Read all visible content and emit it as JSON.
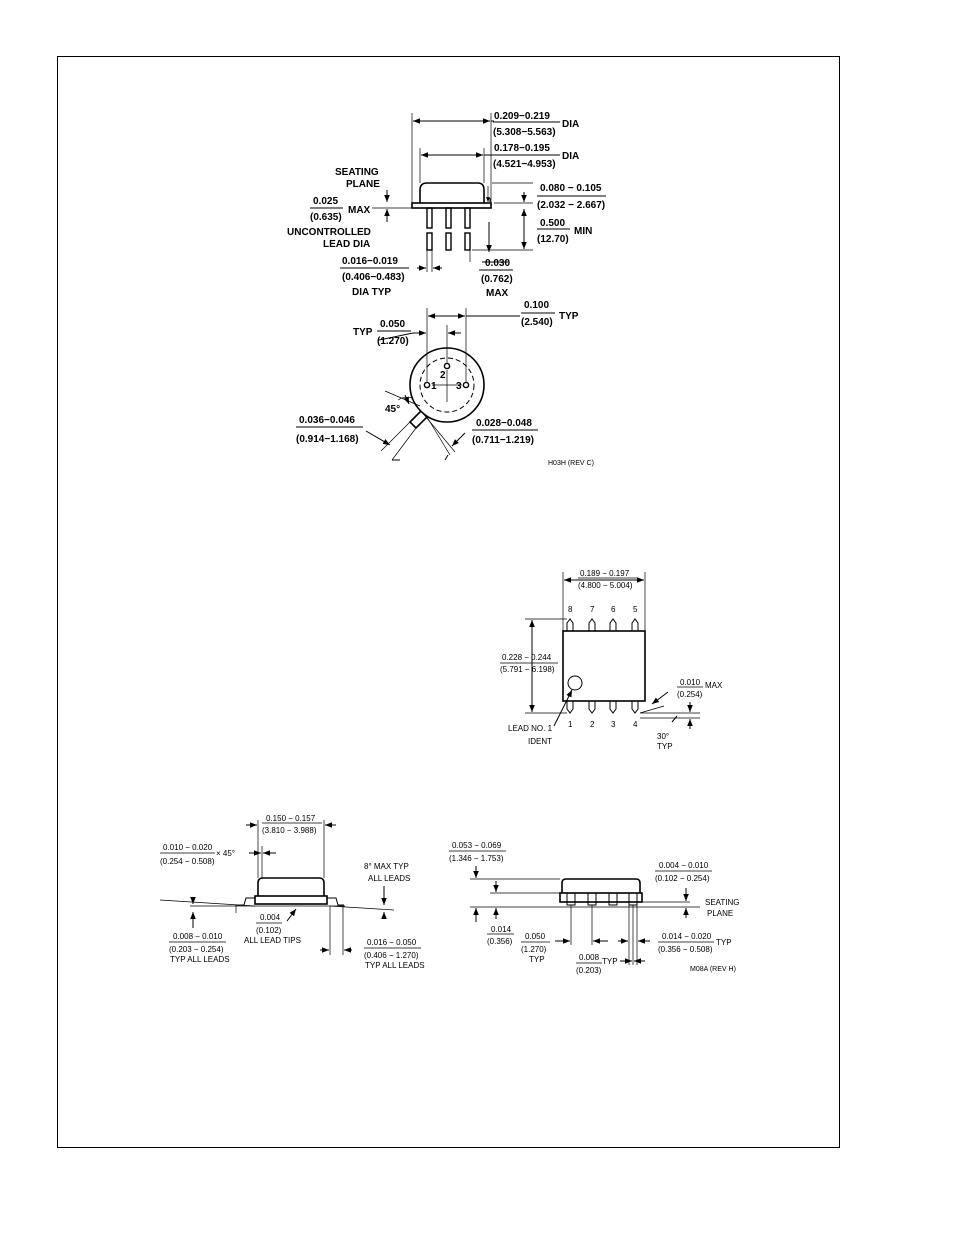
{
  "to_pkg": {
    "dims": {
      "dia_outer_in": "0.209−0.219",
      "dia_outer_mm": "(5.308−5.563)",
      "dia_inner_in": "0.178−0.195",
      "dia_inner_mm": "(4.521−4.953)",
      "dia_label": "DIA",
      "seating_plane_1": "SEATING",
      "seating_plane_2": "PLANE",
      "max_in": "0.025",
      "max_mm": "(0.635)",
      "max_label": "MAX",
      "unctrl_1": "UNCONTROLLED",
      "unctrl_2": "LEAD DIA",
      "h_in": "0.080 − 0.105",
      "h_mm": "(2.032 − 2.667)",
      "lead_in": "0.500",
      "lead_mm": "(12.70)",
      "min_label": "MIN",
      "lead_dia_in": "0.016−0.019",
      "lead_dia_mm": "(0.406−0.483)",
      "dia_typ": "DIA TYP",
      "pin_in": "0.030",
      "pin_mm": "(0.762)",
      "pin_max": "MAX",
      "pitch_in": "0.100",
      "pitch_mm": "(2.540)",
      "typ": "TYP",
      "half_in": "0.050",
      "half_mm": "(1.270)",
      "angle": "45°",
      "tab_w_in": "0.036−0.046",
      "tab_w_mm": "(0.914−1.168)",
      "tab_l_in": "0.028−0.048",
      "tab_l_mm": "(0.711−1.219)",
      "pin1": "1",
      "pin2": "2",
      "pin3": "3",
      "ref": "H03H (REV C)"
    }
  },
  "so8_top": {
    "w_in": "0.189 − 0.197",
    "w_mm": "(4.800 − 5.004)",
    "h_in": "0.228 − 0.244",
    "h_mm": "(5.791 − 6.198)",
    "max_in": "0.010",
    "max_mm": "(0.254)",
    "max_label": "MAX",
    "lead1": "LEAD NO. 1",
    "ident": "IDENT",
    "angle": "30°",
    "typ": "TYP",
    "pins_top": [
      "8",
      "7",
      "6",
      "5"
    ],
    "pins_bottom": [
      "1",
      "2",
      "3",
      "4"
    ]
  },
  "so8_side": {
    "w_in": "0.150 − 0.157",
    "w_mm": "(3.810 − 3.988)",
    "ch_in": "0.010 − 0.020",
    "ch_mm": "(0.254 − 0.508)",
    "ch_x": "× 45°",
    "ang1": "8° MAX TYP",
    "ang2": "ALL LEADS",
    "tip_in": "0.004",
    "tip_mm": "(0.102)",
    "tip_label": "ALL LEAD TIPS",
    "lt_in": "0.008 − 0.010",
    "lt_mm": "(0.203 − 0.254)",
    "lt_label": "TYP ALL LEADS",
    "ft_in": "0.016 − 0.050",
    "ft_mm": "(0.406 − 1.270)",
    "ft_label": "TYP ALL LEADS"
  },
  "so8_front": {
    "h_in": "0.053 − 0.069",
    "h_mm": "(1.346 − 1.753)",
    "so_in": "0.004 − 0.010",
    "so_mm": "(0.102 − 0.254)",
    "seat1": "SEATING",
    "seat2": "PLANE",
    "lh_in": "0.014",
    "lh_mm": "(0.356)",
    "p_in": "0.050",
    "p_mm": "(1.270)",
    "p_typ": "TYP",
    "lw_in": "0.014 − 0.020",
    "lw_mm": "(0.356 − 0.508)",
    "lw_typ": "TYP",
    "lt_in": "0.008",
    "lt_mm": "(0.203)",
    "lt_typ": "TYP",
    "ref": "M08A (REV H)"
  }
}
